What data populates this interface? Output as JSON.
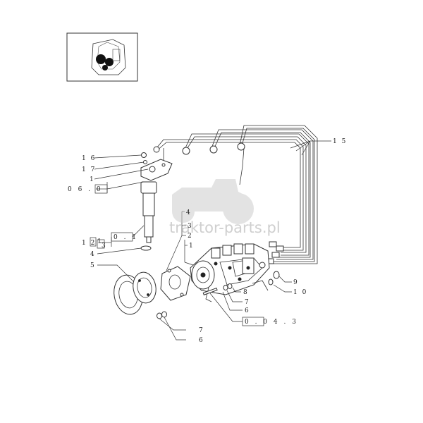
{
  "watermark": {
    "text": "traktor-parts.pl",
    "icon": "tractor-icon"
  },
  "callouts": {
    "c15": "1 5",
    "c16": "1 6",
    "c17": "1 7",
    "c1": "1",
    "c06": "0 6 . 0",
    "c12a": "1 2",
    "c12b": "1",
    "c01": "0 . 1",
    "c13": "3",
    "c4a": "4",
    "c5a": "5",
    "c4b": "4",
    "c3": "3",
    "c2": "2",
    "c1b": "1",
    "c9": "9",
    "c10": "1 0",
    "c8": "8",
    "c7a": "7",
    "c6a": "6",
    "c0043": "0 . 0 4 . 3",
    "c7b": "7",
    "c6b": "6"
  },
  "thumbnail": {
    "icon": "engine-location-icon"
  }
}
